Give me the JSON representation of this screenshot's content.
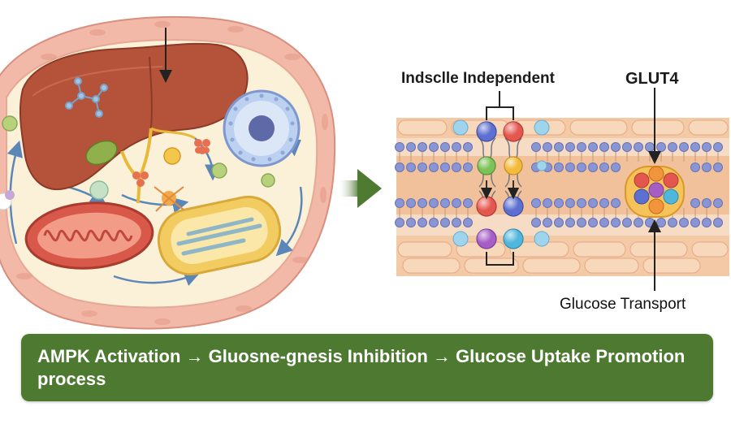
{
  "labels": {
    "insulin_independent": "Indsclle Independent",
    "glut4": "GLUT4",
    "glucose_transport": "Glucose Transport"
  },
  "banner": {
    "text": "AMPK Activation → Gluosne-gnesis Inhibition → Glucose Uptake Promotion process"
  },
  "colors": {
    "banner": "#4d7a30",
    "cell_membrane": "#f2b8a8",
    "cytoplasm": "#fbf1d9",
    "liver": "#b5533a",
    "mitochondrion": "#d8584a",
    "nucleus": "#8ea6d8",
    "er": "#f2cc60",
    "arrow_green": "#4e7a32",
    "lipid_head": "#8a96d4",
    "tissue": "#f4c9a6"
  },
  "icons": [
    "liver-icon",
    "mitochondrion-icon",
    "nucleus-icon",
    "endoplasmic-reticulum-icon",
    "transport-arrow-icon",
    "glut4-transporter-icon"
  ]
}
